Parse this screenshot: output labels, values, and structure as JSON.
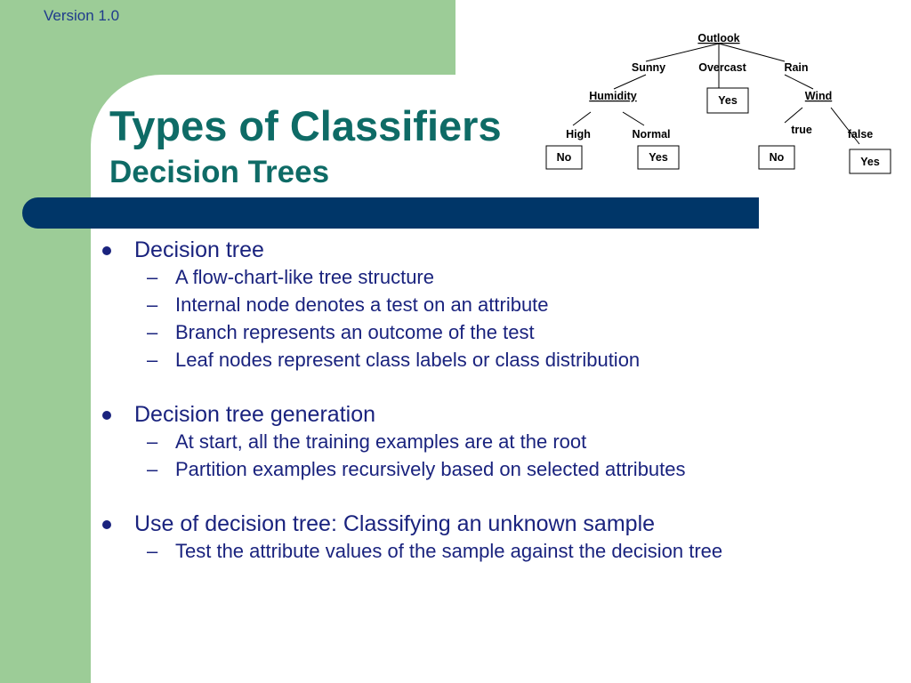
{
  "version": "Version 1.0",
  "title": "Types of Classifiers",
  "subtitle": "Decision Trees",
  "tree": {
    "root": "Outlook",
    "branches": [
      "Sunny",
      "Overcast",
      "Rain"
    ],
    "humidity": "Humidity",
    "humidity_branches": [
      "High",
      "Normal"
    ],
    "wind": "Wind",
    "wind_branches": [
      "true",
      "false"
    ],
    "leaves": [
      "No",
      "Yes",
      "Yes",
      "No",
      "Yes"
    ]
  },
  "bullets": [
    {
      "text": "Decision tree",
      "subs": [
        "A flow-chart-like tree structure",
        "Internal node denotes a test on an attribute",
        "Branch represents an outcome of the test",
        "Leaf nodes represent class labels or class distribution"
      ]
    },
    {
      "text": "Decision tree generation",
      "subs": [
        "At start, all the training examples are at the root",
        "Partition examples recursively based on selected attributes"
      ]
    },
    {
      "text": "Use of decision tree: Classifying an unknown sample",
      "subs": [
        "Test the attribute values of the sample against the decision tree"
      ]
    }
  ],
  "colors": {
    "green": "#9ccc97",
    "title_teal": "#0e6b66",
    "bar_navy": "#003668",
    "text_navy": "#1a237e"
  }
}
